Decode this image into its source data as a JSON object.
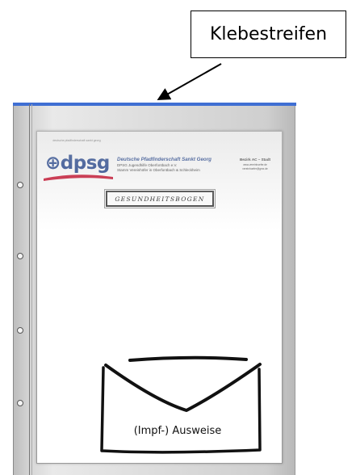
{
  "callout": {
    "label": "Klebestreifen"
  },
  "document": {
    "logo_tagline": "deutsche pfadfinderschaft sankt georg",
    "logo_text": "dpsg",
    "org_name": "Deutsche Pfadfinderschaft Sankt Georg",
    "org_line1": "DPSG Jugendhilfe Oberfontbach e.V.",
    "org_line2": "Stamm Vereinhöfer in Oberfontbach & Schleckheim",
    "district": "Bezirk AC – Stadt",
    "district_web": "www.vereinhoefer.de",
    "district_mail": "vereinhoefer@gmx.de",
    "title": "GESUNDHEITSBOGEN"
  },
  "envelope": {
    "label": "(Impf-) Ausweise"
  },
  "colors": {
    "tape": "#3f6fd3",
    "logo_blue": "#1d3f8a",
    "logo_red": "#c8102e"
  }
}
